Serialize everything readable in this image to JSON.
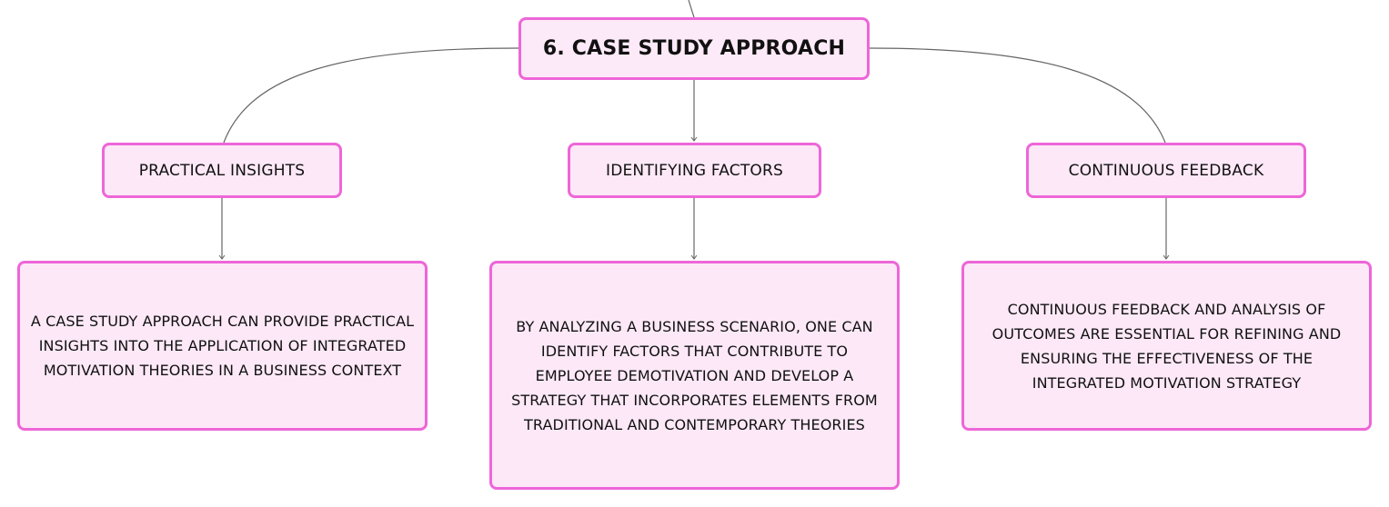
{
  "colors": {
    "node_fill": "#fce8f7",
    "node_border": "#ee66d8",
    "connector": "#666666",
    "text": "#111111"
  },
  "root": {
    "label": "6. CASE STUDY APPROACH"
  },
  "branches": [
    {
      "label": "PRACTICAL INSIGHTS",
      "detail": "A CASE STUDY APPROACH CAN PROVIDE PRACTICAL INSIGHTS INTO THE APPLICATION OF INTEGRATED MOTIVATION THEORIES IN A BUSINESS CONTEXT"
    },
    {
      "label": "IDENTIFYING FACTORS",
      "detail": "BY ANALYZING A BUSINESS SCENARIO, ONE CAN IDENTIFY FACTORS THAT CONTRIBUTE TO EMPLOYEE DEMOTIVATION AND DEVELOP A STRATEGY THAT INCORPORATES ELEMENTS FROM TRADITIONAL AND CONTEMPORARY THEORIES"
    },
    {
      "label": "CONTINUOUS FEEDBACK",
      "detail": "CONTINUOUS FEEDBACK AND ANALYSIS OF OUTCOMES ARE ESSENTIAL FOR REFINING AND ENSURING THE EFFECTIVENESS OF THE INTEGRATED MOTIVATION STRATEGY"
    }
  ]
}
